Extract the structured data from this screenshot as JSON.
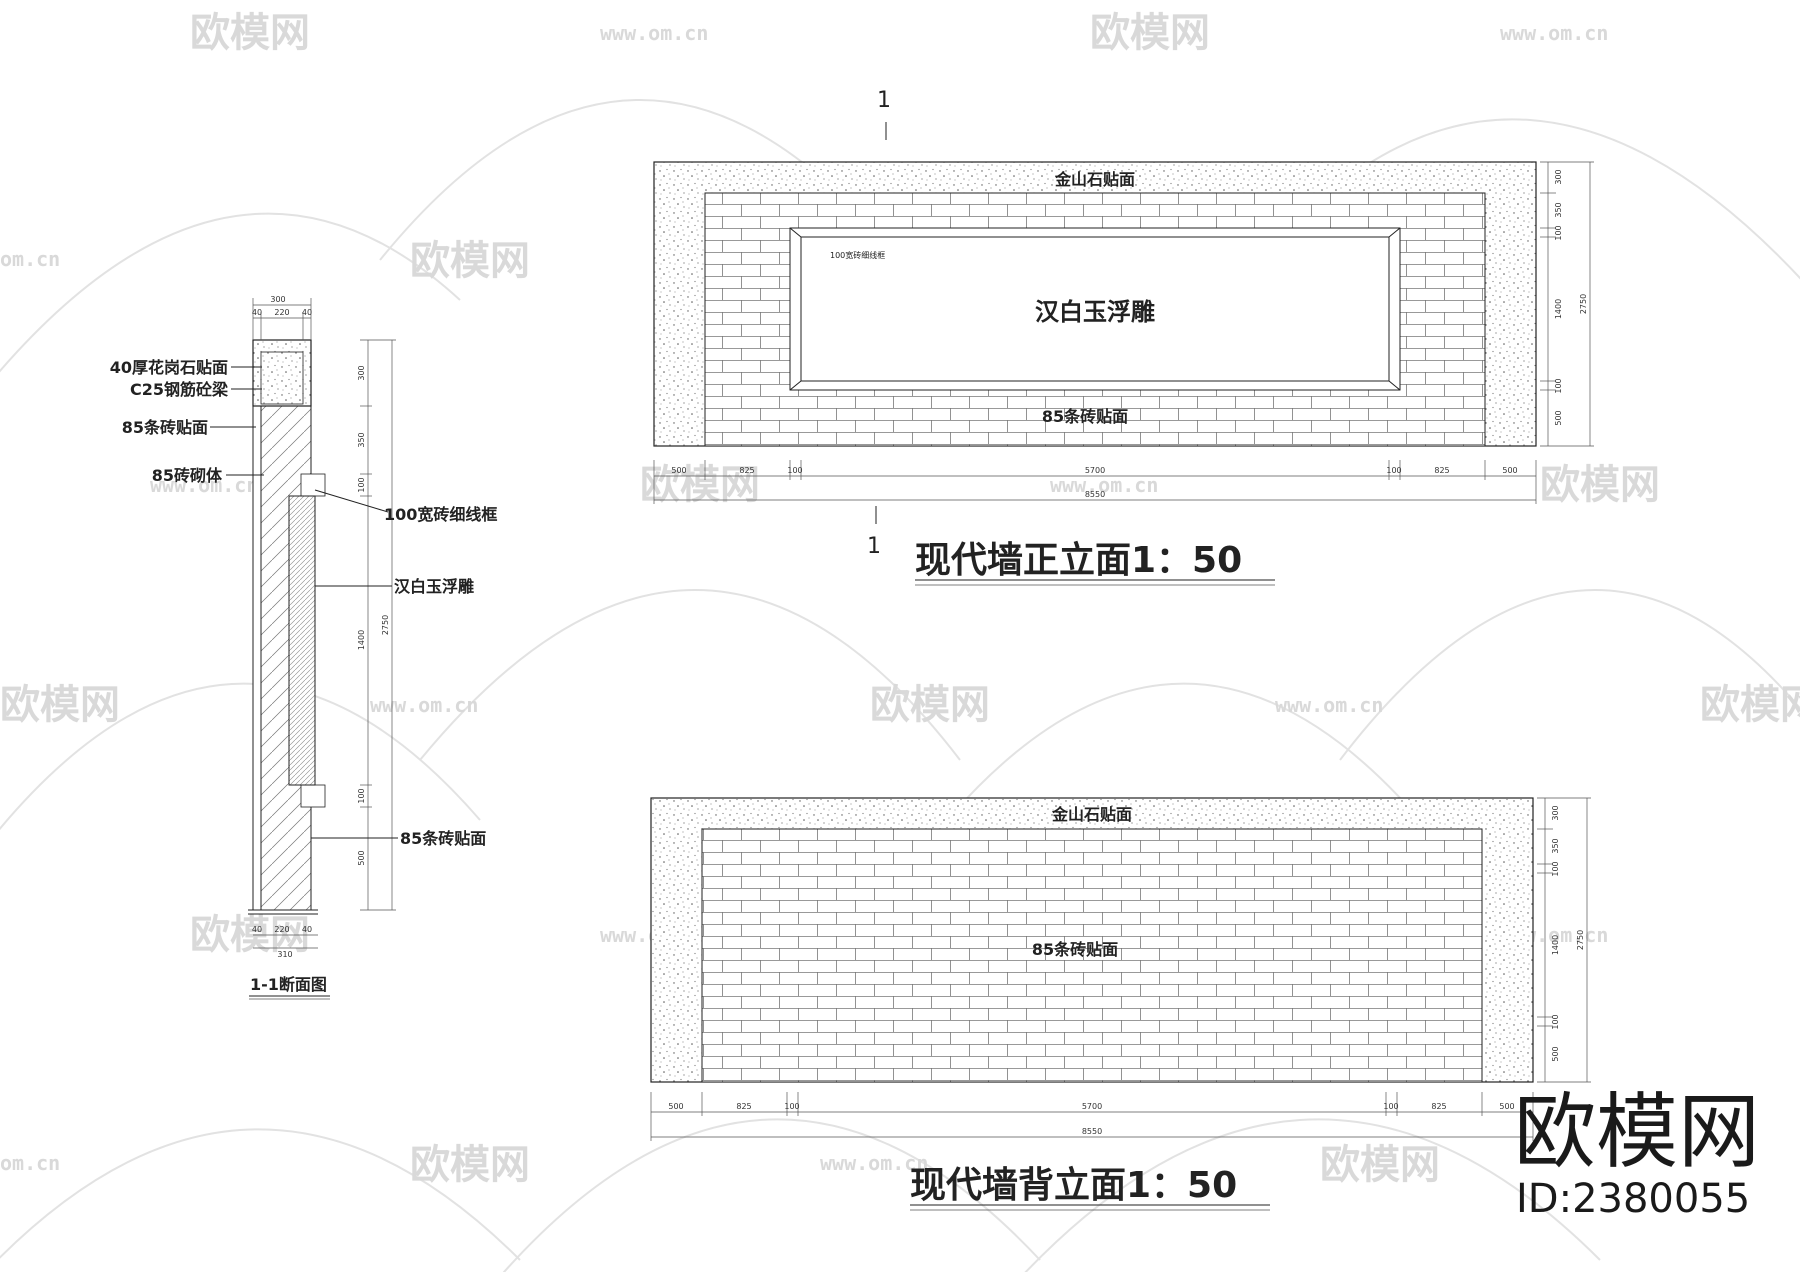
{
  "section": {
    "title": "1-1断面图",
    "labels": [
      "40厚花岗石贴面",
      "C25钢筋砼梁",
      "85条砖贴面",
      "85砖砌体",
      "100宽砖细线框",
      "汉白玉浮雕",
      "85条砖贴面"
    ],
    "top_dims": [
      "300",
      "40",
      "220",
      "40"
    ],
    "bottom_dims": [
      "40",
      "220",
      "40",
      "310"
    ],
    "v_dims": [
      "300",
      "350",
      "100",
      "1400",
      "100",
      "500"
    ],
    "v_total": "2750"
  },
  "front": {
    "title": "现代墙正立面1：50",
    "section_mark": "1",
    "top_label": "金山石贴面",
    "frame_label": "100宽砖细线框",
    "center_label": "汉白玉浮雕",
    "bottom_label": "85条砖贴面",
    "h_dims": [
      "500",
      "825",
      "100",
      "5700",
      "100",
      "825",
      "500"
    ],
    "h_total": "8550",
    "v_dims": [
      "300",
      "350",
      "100",
      "1400",
      "100",
      "500"
    ],
    "v_total": "2750"
  },
  "back": {
    "title": "现代墙背立面1：50",
    "top_label": "金山石贴面",
    "center_label": "85条砖贴面",
    "h_dims": [
      "500",
      "825",
      "100",
      "5700",
      "100",
      "825",
      "500"
    ],
    "h_total": "8550",
    "v_dims": [
      "300",
      "350",
      "100",
      "1400",
      "100",
      "500"
    ],
    "v_total": "2750"
  },
  "watermark": {
    "brand": "欧模网",
    "site": "www.om.cn",
    "site_short": "om.cn",
    "id_text": "ID:2380055"
  }
}
